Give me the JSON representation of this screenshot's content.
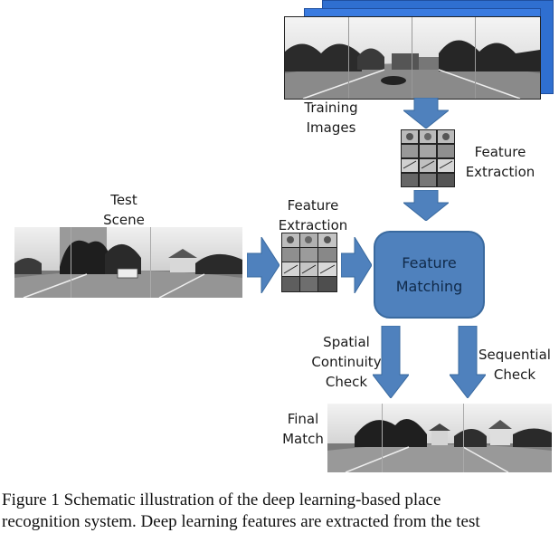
{
  "labels": {
    "training_images": "Training\nImages",
    "feature_extraction_top": "Feature\nExtraction",
    "test_scene": "Test\nScene",
    "feature_extraction_left": "Feature\nExtraction",
    "feature_matching": "Feature\nMatching",
    "spatial_check": "Spatial\nContinuity\nCheck",
    "sequential_check": "Sequential\nCheck",
    "final_match": "Final\nMatch"
  },
  "caption": {
    "line1": "Figure 1 Schematic illustration of the deep learning-based place",
    "line2": "recognition system. Deep learning features are extracted from the test"
  },
  "colors": {
    "arrow": "#4f81bd",
    "box": "#4f81bd",
    "frame": "#2f6fd0"
  }
}
